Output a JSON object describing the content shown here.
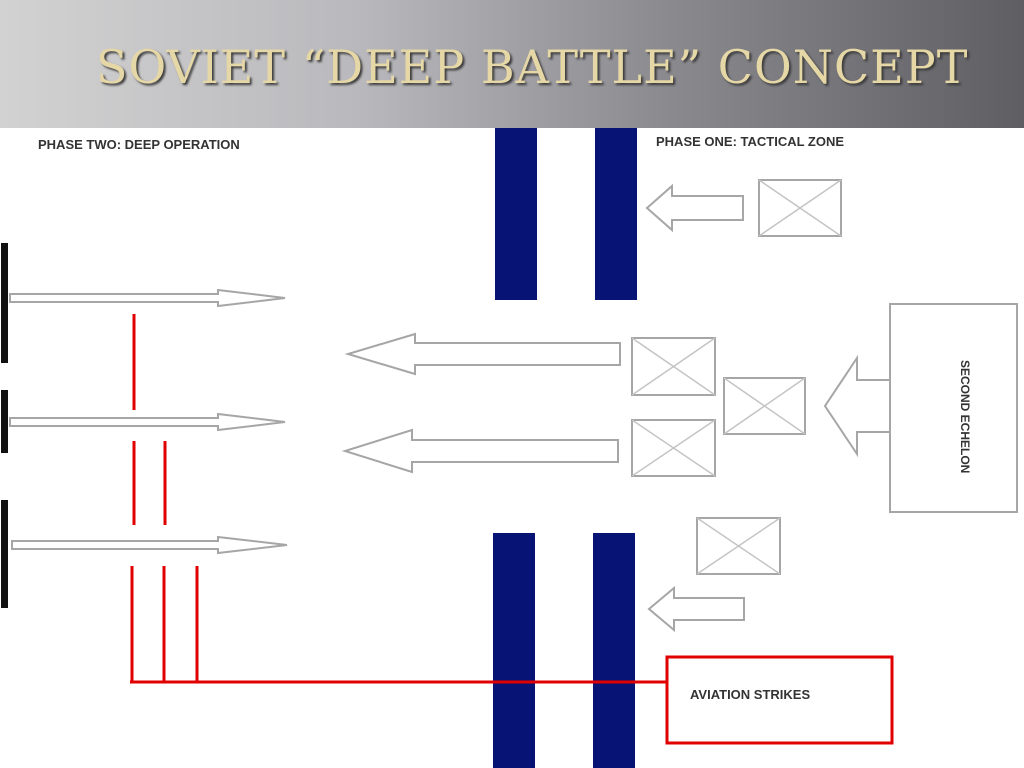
{
  "title": "SOVIET “DEEP BATTLE” CONCEPT",
  "phase_two_label": "PHASE TWO: DEEP OPERATION",
  "phase_one_label": "PHASE ONE: TACTICAL ZONE",
  "second_echelon_label": "SECOND ECHELON",
  "aviation_strikes_label": "AVIATION STRIKES",
  "colors": {
    "front_line": "#071475",
    "aviation": "#e00000",
    "title_text": "#e6d7a6",
    "outline": "#a6a6a6"
  },
  "icons": {
    "unit": "crossed-box-unit-icon",
    "arrow": "hollow-arrow-icon"
  }
}
